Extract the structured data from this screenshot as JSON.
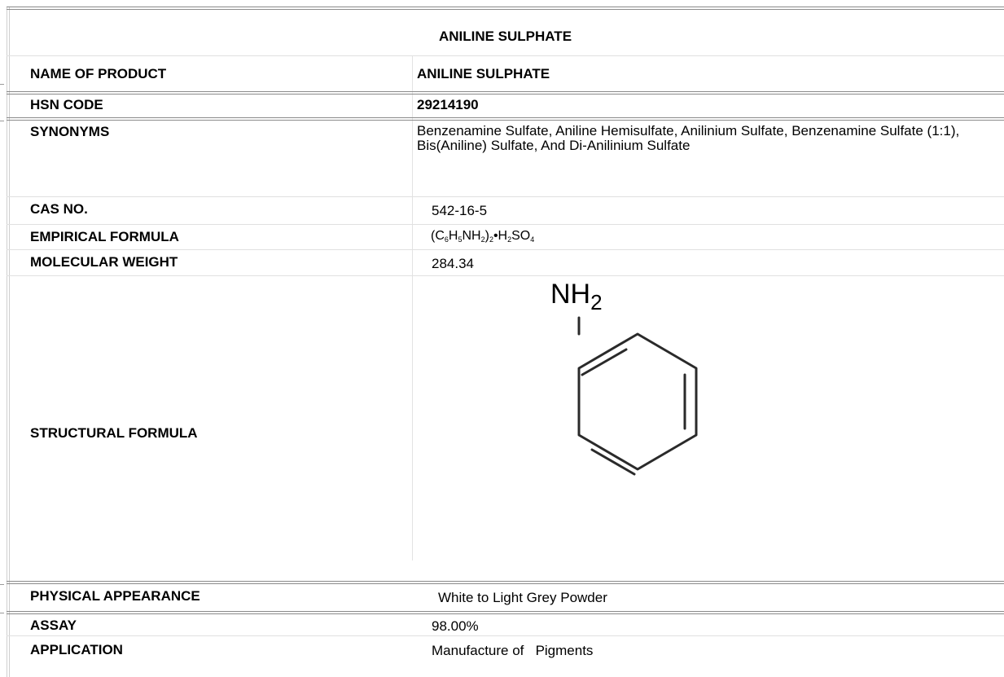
{
  "header": {
    "title": "ANILINE SULPHATE"
  },
  "rows": [
    {
      "label": "NAME OF PRODUCT",
      "value": "ANILINE SULPHATE"
    },
    {
      "label": "HSN CODE",
      "value": "29214190"
    },
    {
      "label": "SYNONYMS",
      "value": "Benzenamine Sulfate, Aniline Hemisulfate, Anilinium Sulfate, Benzenamine Sulfate (1:1), Bis(Aniline) Sulfate, And Di-Anilinium Sulfate"
    },
    {
      "label": "CAS NO.",
      "value": "542-16-5"
    },
    {
      "label": "EMPIRICAL  FORMULA",
      "value": "(C6H5NH2)2•H2SO4"
    },
    {
      "label": "MOLECULAR  WEIGHT",
      "value": "284.34"
    },
    {
      "label": "STRUCTURAL  FORMULA",
      "value": "NH2"
    },
    {
      "label": "PHYSICAL APPEARANCE",
      "value": "White to Light Grey Powder"
    },
    {
      "label": "ASSAY",
      "value": "98.00%"
    },
    {
      "label": "APPLICATION",
      "value": "Manufacture of   Pigments"
    }
  ],
  "formula_parts": {
    "open": "(C",
    "s1": "6",
    "h": "H",
    "s2": "5",
    "nh": "NH",
    "s3": "2",
    "close": ")",
    "s4": "2",
    "dot": "•H",
    "s5": "2",
    "so": "SO",
    "s6": "4"
  },
  "structure": {
    "group_main": "NH",
    "group_sub": "2",
    "icon": "benzene-ring-icon"
  }
}
